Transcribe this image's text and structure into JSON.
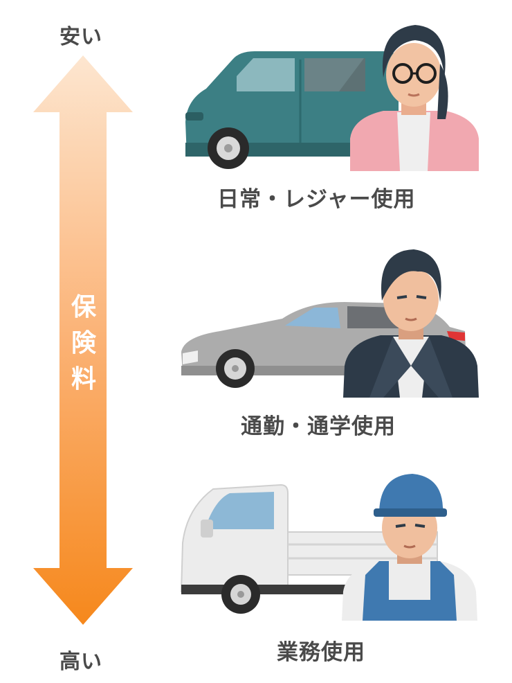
{
  "scale": {
    "top_label": "安い",
    "bottom_label": "高い",
    "axis_title": [
      "保",
      "険",
      "料"
    ],
    "gradient_top_color": "#fce3cc",
    "gradient_bottom_color": "#f7891d"
  },
  "usages": [
    {
      "label": "日常・レジャー使用",
      "vehicle_icon": "minivan-icon",
      "person_icon": "woman-glasses-icon",
      "vehicle_color": "#3c7f84"
    },
    {
      "label": "通勤・通学使用",
      "vehicle_icon": "sedan-icon",
      "person_icon": "man-suit-icon",
      "vehicle_color": "#a8a8a8"
    },
    {
      "label": "業務使用",
      "vehicle_icon": "light-truck-icon",
      "person_icon": "worker-cap-icon",
      "vehicle_color": "#e9e9e9"
    }
  ]
}
